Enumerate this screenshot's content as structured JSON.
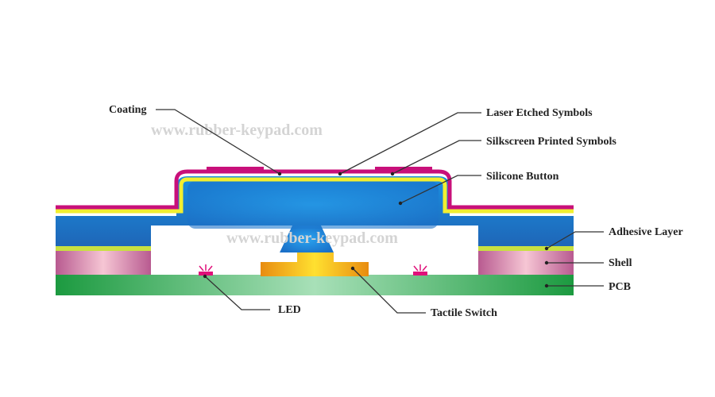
{
  "watermark": [
    "www.rubber-keypad.com",
    "www.rubber-keypad.com"
  ],
  "labels": {
    "coating": "Coating",
    "laser": "Laser Etched Symbols",
    "silkscreen": "Silkscreen Printed Symbols",
    "silicone": "Silicone Button",
    "adhesive": "Adhesive Layer",
    "shell": "Shell",
    "pcb": "PCB",
    "led": "LED",
    "tactile": "Tactile Switch"
  },
  "colors": {
    "coating": "#c8107a",
    "yellow_layer": "#f2ef30",
    "silicone": "#1f6fc6",
    "shell": "#d98aa8",
    "pcb": "#22a34a",
    "switch": "#f0b21a",
    "led": "#e0107a"
  }
}
